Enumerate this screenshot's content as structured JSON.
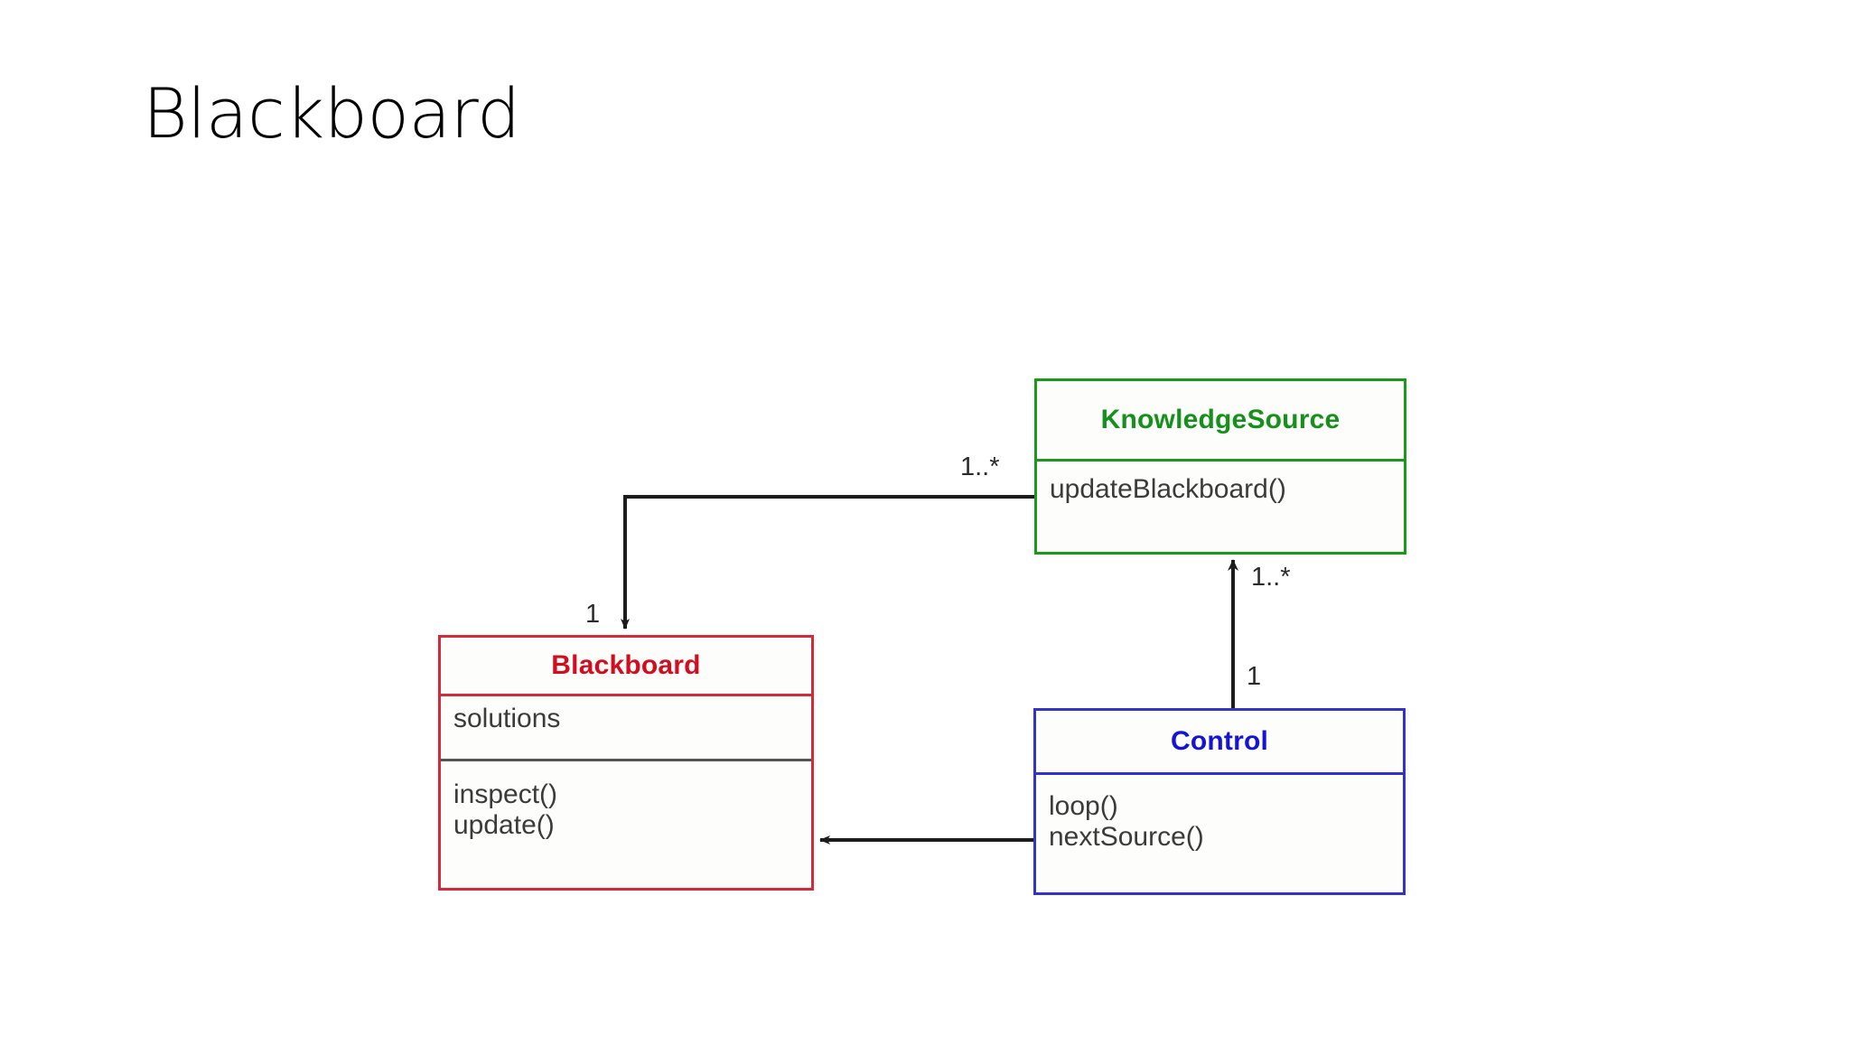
{
  "slide": {
    "title": "Blackboard",
    "background": "#ffffff"
  },
  "diagram": {
    "type": "uml-class-diagram",
    "classes": [
      {
        "id": "knowledgesource",
        "name": "KnowledgeSource",
        "color": "#1a9a1a",
        "title_color": "#15901b",
        "attributes": [],
        "operations": [
          "updateBlackboard()"
        ]
      },
      {
        "id": "blackboard",
        "name": "Blackboard",
        "color": "#d42b3c",
        "title_color": "#d40d1e",
        "attributes": [
          "solutions"
        ],
        "operations": [
          "inspect()",
          "update()"
        ]
      },
      {
        "id": "control",
        "name": "Control",
        "color": "#3333cc",
        "title_color": "#1414d8",
        "attributes": [],
        "operations": [
          "loop()",
          "nextSource()"
        ]
      }
    ],
    "associations": [
      {
        "id": "ks-to-blackboard",
        "from": "KnowledgeSource",
        "to": "Blackboard",
        "source_multiplicity": "1..*",
        "target_multiplicity": "1",
        "arrow": "filled",
        "routing": "elbow"
      },
      {
        "id": "control-to-knowledgesource",
        "from": "Control",
        "to": "KnowledgeSource",
        "source_multiplicity": "1",
        "target_multiplicity": "1..*",
        "arrow": "open",
        "routing": "vertical"
      },
      {
        "id": "control-to-blackboard",
        "from": "Control",
        "to": "Blackboard",
        "source_multiplicity": "",
        "target_multiplicity": "",
        "arrow": "filled",
        "routing": "horizontal"
      }
    ],
    "line_color": "#1c1c1c"
  }
}
